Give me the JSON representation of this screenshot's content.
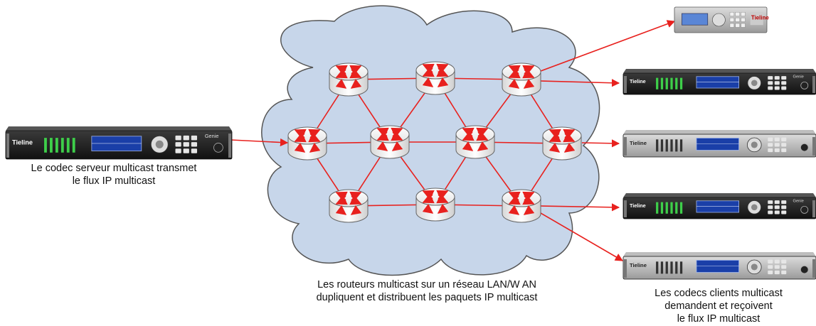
{
  "captions": {
    "server": [
      "Le codec serveur multicast transmet",
      "le flux IP multicast"
    ],
    "routers": [
      "Les routeurs multicast sur un réseau LAN/W AN",
      "dupliquent et distribuent les paquets IP  multicast"
    ],
    "clients": [
      "Les codecs clients multicast",
      "demandent et reçoivent",
      "le flux IP multicast"
    ]
  },
  "device_brand": "Tieline",
  "device_series": "Genie",
  "colors": {
    "cloud_fill": "#c7d6ea",
    "cloud_stroke": "#555555",
    "link": "#e8211e",
    "router_body": "#f2f2f2",
    "router_arrow": "#e8211e",
    "device_body": "#222222"
  }
}
